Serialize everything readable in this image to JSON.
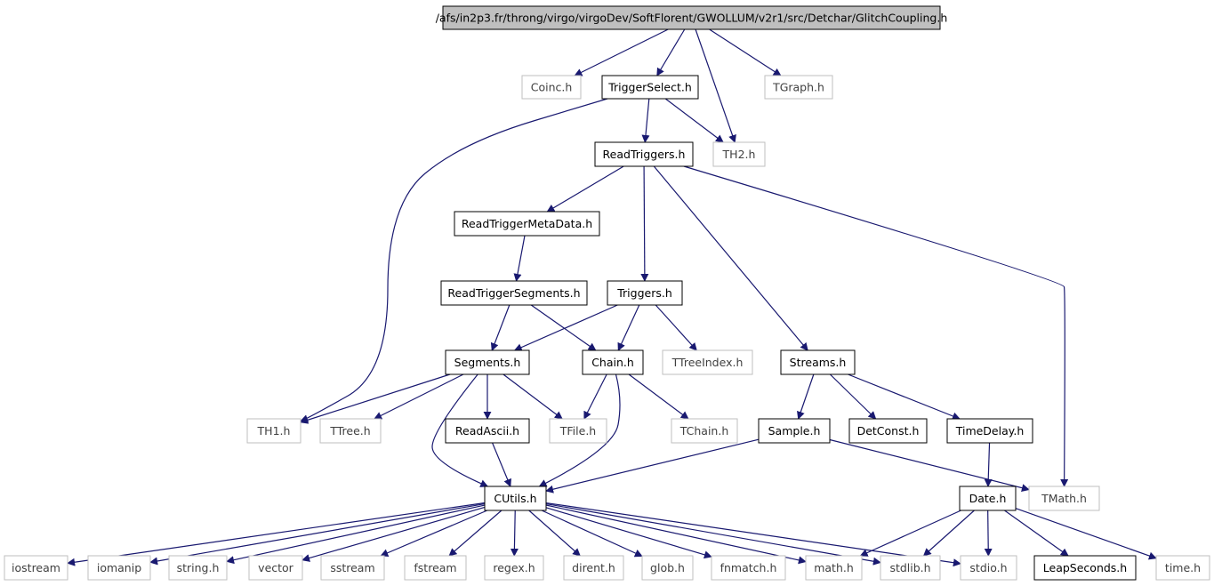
{
  "diagram": {
    "type": "include-dependency-graph",
    "colors": {
      "edge": "#191970",
      "documented_border": "#000000",
      "external_border": "#bfbfbf",
      "root_fill": "#bfbfbf",
      "node_fill": "#ffffff",
      "documented_text": "#000000",
      "external_text": "#404040"
    },
    "nodes": [
      {
        "id": "root",
        "label": "/afs/in2p3.fr/throng/virgo/virgoDev/SoftFlorent/GWOLLUM/v2r1/src/Detchar/GlitchCoupling.h",
        "kind": "root"
      },
      {
        "id": "coinc",
        "label": "Coinc.h",
        "kind": "external"
      },
      {
        "id": "triggerselect",
        "label": "TriggerSelect.h",
        "kind": "documented"
      },
      {
        "id": "tgraph",
        "label": "TGraph.h",
        "kind": "external"
      },
      {
        "id": "readtriggers",
        "label": "ReadTriggers.h",
        "kind": "documented"
      },
      {
        "id": "th2",
        "label": "TH2.h",
        "kind": "external"
      },
      {
        "id": "readtriggermetadata",
        "label": "ReadTriggerMetaData.h",
        "kind": "documented"
      },
      {
        "id": "readtriggersegments",
        "label": "ReadTriggerSegments.h",
        "kind": "documented"
      },
      {
        "id": "triggers",
        "label": "Triggers.h",
        "kind": "documented"
      },
      {
        "id": "segments",
        "label": "Segments.h",
        "kind": "documented"
      },
      {
        "id": "chain",
        "label": "Chain.h",
        "kind": "documented"
      },
      {
        "id": "ttreeindex",
        "label": "TTreeIndex.h",
        "kind": "external"
      },
      {
        "id": "streams",
        "label": "Streams.h",
        "kind": "documented"
      },
      {
        "id": "th1",
        "label": "TH1.h",
        "kind": "external"
      },
      {
        "id": "ttree",
        "label": "TTree.h",
        "kind": "external"
      },
      {
        "id": "readascii",
        "label": "ReadAscii.h",
        "kind": "documented"
      },
      {
        "id": "tfile",
        "label": "TFile.h",
        "kind": "external"
      },
      {
        "id": "tchain",
        "label": "TChain.h",
        "kind": "external"
      },
      {
        "id": "sample",
        "label": "Sample.h",
        "kind": "documented"
      },
      {
        "id": "detconst",
        "label": "DetConst.h",
        "kind": "documented"
      },
      {
        "id": "timedelay",
        "label": "TimeDelay.h",
        "kind": "documented"
      },
      {
        "id": "cutils",
        "label": "CUtils.h",
        "kind": "documented"
      },
      {
        "id": "tmath",
        "label": "TMath.h",
        "kind": "external"
      },
      {
        "id": "date",
        "label": "Date.h",
        "kind": "documented"
      },
      {
        "id": "iostream",
        "label": "iostream",
        "kind": "external"
      },
      {
        "id": "iomanip",
        "label": "iomanip",
        "kind": "external"
      },
      {
        "id": "string",
        "label": "string.h",
        "kind": "external"
      },
      {
        "id": "vector",
        "label": "vector",
        "kind": "external"
      },
      {
        "id": "sstream",
        "label": "sstream",
        "kind": "external"
      },
      {
        "id": "fstream",
        "label": "fstream",
        "kind": "external"
      },
      {
        "id": "regex",
        "label": "regex.h",
        "kind": "external"
      },
      {
        "id": "dirent",
        "label": "dirent.h",
        "kind": "external"
      },
      {
        "id": "glob",
        "label": "glob.h",
        "kind": "external"
      },
      {
        "id": "fnmatch",
        "label": "fnmatch.h",
        "kind": "external"
      },
      {
        "id": "math",
        "label": "math.h",
        "kind": "external"
      },
      {
        "id": "stdlib",
        "label": "stdlib.h",
        "kind": "external"
      },
      {
        "id": "stdio",
        "label": "stdio.h",
        "kind": "external"
      },
      {
        "id": "leapseconds",
        "label": "LeapSeconds.h",
        "kind": "documented"
      },
      {
        "id": "time",
        "label": "time.h",
        "kind": "external"
      }
    ],
    "edges": [
      [
        "root",
        "coinc"
      ],
      [
        "root",
        "triggerselect"
      ],
      [
        "root",
        "th2"
      ],
      [
        "root",
        "tgraph"
      ],
      [
        "triggerselect",
        "th1"
      ],
      [
        "triggerselect",
        "readtriggers"
      ],
      [
        "triggerselect",
        "th2"
      ],
      [
        "readtriggers",
        "readtriggermetadata"
      ],
      [
        "readtriggers",
        "triggers"
      ],
      [
        "readtriggers",
        "streams"
      ],
      [
        "readtriggers",
        "tmath"
      ],
      [
        "readtriggermetadata",
        "readtriggersegments"
      ],
      [
        "readtriggersegments",
        "segments"
      ],
      [
        "readtriggersegments",
        "chain"
      ],
      [
        "triggers",
        "segments"
      ],
      [
        "triggers",
        "chain"
      ],
      [
        "triggers",
        "ttreeindex"
      ],
      [
        "segments",
        "th1"
      ],
      [
        "segments",
        "ttree"
      ],
      [
        "segments",
        "cutils"
      ],
      [
        "segments",
        "readascii"
      ],
      [
        "segments",
        "tfile"
      ],
      [
        "chain",
        "tfile"
      ],
      [
        "chain",
        "cutils"
      ],
      [
        "chain",
        "tchain"
      ],
      [
        "readascii",
        "cutils"
      ],
      [
        "streams",
        "sample"
      ],
      [
        "streams",
        "detconst"
      ],
      [
        "streams",
        "timedelay"
      ],
      [
        "sample",
        "cutils"
      ],
      [
        "sample",
        "tmath"
      ],
      [
        "timedelay",
        "date"
      ],
      [
        "cutils",
        "iostream"
      ],
      [
        "cutils",
        "iomanip"
      ],
      [
        "cutils",
        "string"
      ],
      [
        "cutils",
        "vector"
      ],
      [
        "cutils",
        "sstream"
      ],
      [
        "cutils",
        "fstream"
      ],
      [
        "cutils",
        "regex"
      ],
      [
        "cutils",
        "dirent"
      ],
      [
        "cutils",
        "glob"
      ],
      [
        "cutils",
        "fnmatch"
      ],
      [
        "cutils",
        "math"
      ],
      [
        "cutils",
        "stdlib"
      ],
      [
        "cutils",
        "stdio"
      ],
      [
        "date",
        "math"
      ],
      [
        "date",
        "stdlib"
      ],
      [
        "date",
        "stdio"
      ],
      [
        "date",
        "leapseconds"
      ],
      [
        "date",
        "time"
      ]
    ]
  }
}
